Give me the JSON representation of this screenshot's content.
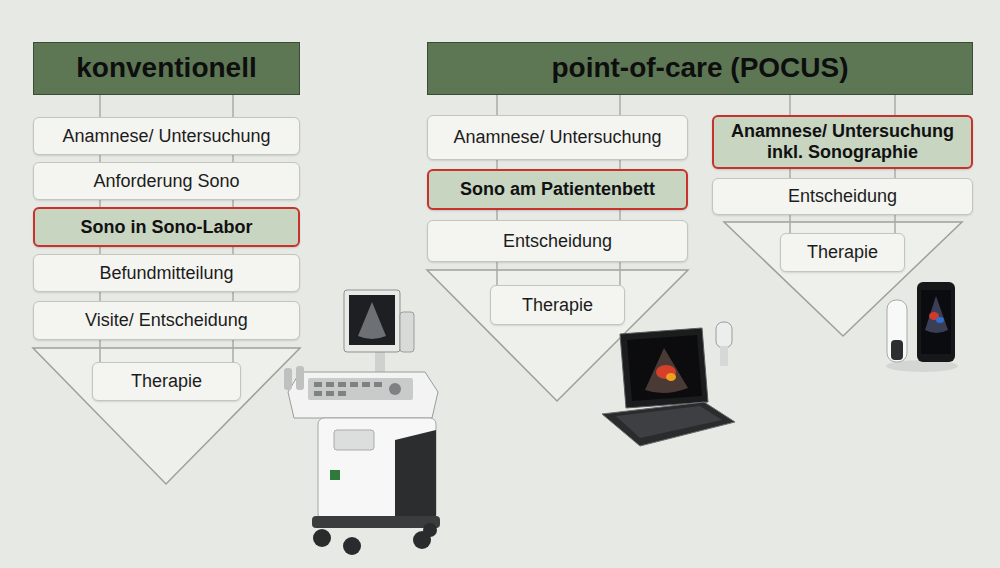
{
  "diagram": {
    "nodes": [
      {
        "text": [
          "konventionell"
        ]
      },
      {
        "text": [
          "Anamnese/ Untersuchung"
        ]
      },
      {
        "text": [
          "Anforderung Sono"
        ]
      },
      {
        "text": [
          "Sono in Sono-Labor"
        ]
      },
      {
        "text": [
          "Befundmitteilung"
        ]
      },
      {
        "text": [
          "Visite/ Entscheidung"
        ]
      },
      {
        "text": [
          "Therapie"
        ]
      },
      {
        "text": [
          "point-of-care (POCUS)"
        ]
      },
      {
        "text": [
          "Anamnese/ Untersuchung"
        ]
      },
      {
        "text": [
          "Sono am Patientenbett"
        ]
      },
      {
        "text": [
          "Entscheidung"
        ]
      },
      {
        "text": [
          "Therapie"
        ]
      },
      {
        "text": [
          "Anamnese/ Untersuchung",
          "inkl. Sonographie"
        ]
      },
      {
        "text": [
          "Entscheidung"
        ]
      },
      {
        "text": [
          "Therapie"
        ]
      }
    ],
    "edges": [
      {
        "from": 0,
        "to": 1,
        "arrow": "none"
      },
      {
        "from": 1,
        "to": 2,
        "arrow": "none"
      },
      {
        "from": 2,
        "to": 3,
        "arrow": "none"
      },
      {
        "from": 3,
        "to": 4,
        "arrow": "none"
      },
      {
        "from": 4,
        "to": 5,
        "arrow": "none"
      },
      {
        "from": 5,
        "to": 6,
        "arrow": "none"
      },
      {
        "from": 7,
        "to": 8,
        "arrow": "none"
      },
      {
        "from": 8,
        "to": 9,
        "arrow": "none"
      },
      {
        "from": 9,
        "to": 10,
        "arrow": "none"
      },
      {
        "from": 10,
        "to": 11,
        "arrow": "none"
      },
      {
        "from": 7,
        "to": 12,
        "arrow": "none"
      },
      {
        "from": 12,
        "to": 13,
        "arrow": "none"
      },
      {
        "from": 13,
        "to": 14,
        "arrow": "none"
      }
    ]
  }
}
